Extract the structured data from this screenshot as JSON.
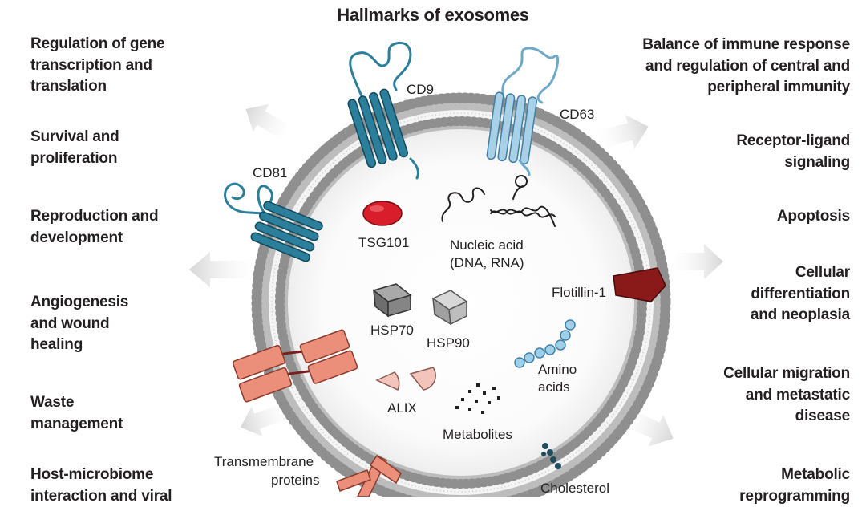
{
  "title": "Hallmarks of exosomes",
  "hallmarks_left": [
    "Regulation of gene\ntranscription and\ntranslation",
    "Survival and\nproliferation",
    "Reproduction and\ndevelopment",
    "Angiogenesis\nand wound\nhealing",
    "Waste\nmanagement",
    "Host-microbiome\ninteraction and viral"
  ],
  "hallmarks_right": [
    "Balance of immune response\nand regulation of central and\nperipheral immunity",
    "Receptor-ligand\nsignaling",
    "Apoptosis",
    "Cellular\ndifferentiation\nand neoplasia",
    "Cellular migration\nand metastatic\ndisease",
    "Metabolic\nreprogramming"
  ],
  "components": {
    "cd9": "CD9",
    "cd63": "CD63",
    "cd81": "CD81",
    "tsg101": "TSG101",
    "nucleic_line1": "Nucleic acid",
    "nucleic_line2": "(DNA, RNA)",
    "flotillin": "Flotillin-1",
    "hsp70": "HSP70",
    "hsp90": "HSP90",
    "amino_line1": "Amino",
    "amino_line2": "acids",
    "alix": "ALIX",
    "metabolites": "Metabolites",
    "transmembrane_line1": "Transmembrane",
    "transmembrane_line2": "proteins",
    "cholesterol": "Cholesterol"
  },
  "colors": {
    "membrane": "#9a9a9a",
    "tetraspanin_dark": "#2b7f9b",
    "tetraspanin_light": "#a8d0e6",
    "tsg101": "#d81e2a",
    "flotillin": "#8a1a1a",
    "hsp": "#7d7d7d",
    "amino": "#9fd0ea",
    "alix": "#f3c4bb",
    "transmembrane": "#ec8f7a",
    "arrow": "#e2e2e2"
  }
}
